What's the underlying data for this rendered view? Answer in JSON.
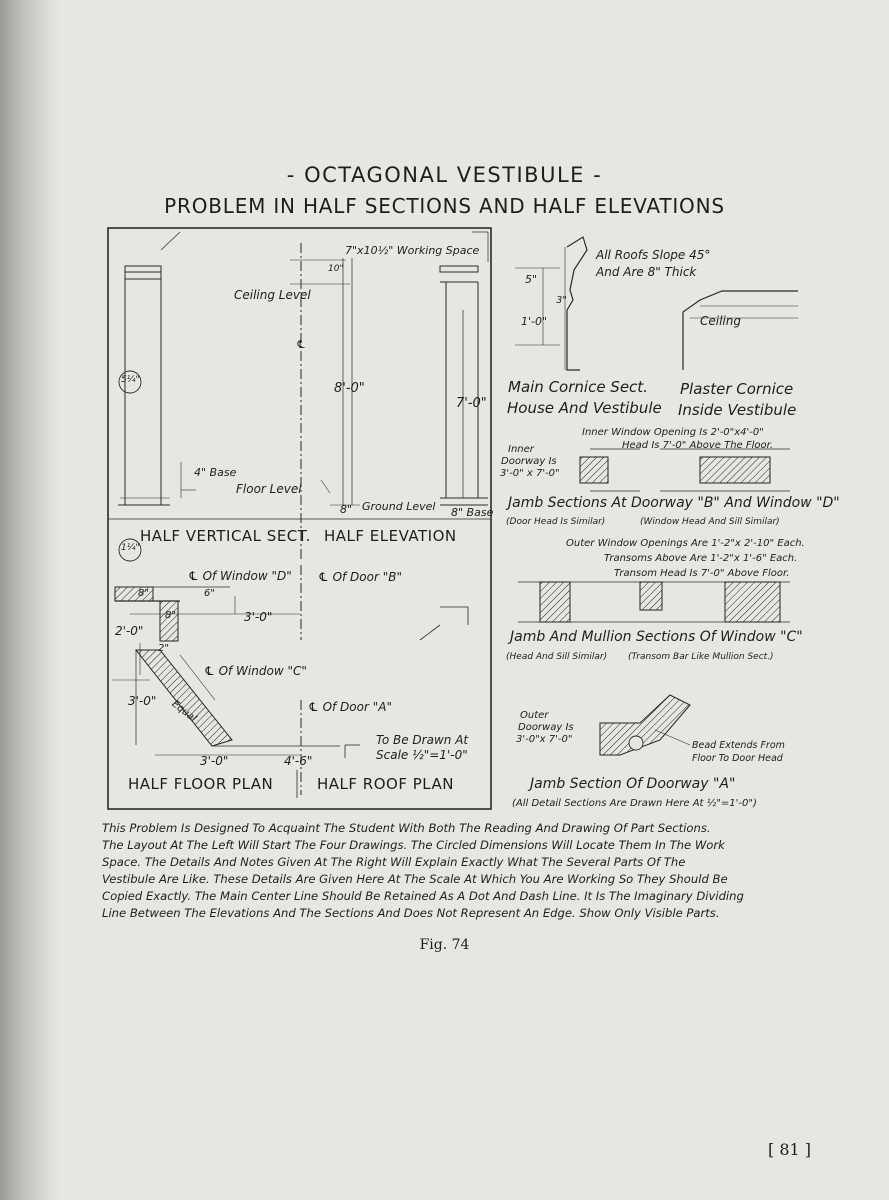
{
  "title": {
    "main": "OCTAGONAL VESTIBULE",
    "sub": "PROBLEM IN HALF SECTIONS AND HALF ELEVATIONS"
  },
  "layout_labels": {
    "working_space": "7\"x10½\" Working Space",
    "dim_10": "10\"",
    "ceiling_level": "Ceiling Level",
    "center_mark": "℄",
    "dim_8_0": "8'-0\"",
    "dim_7_0": "7'-0\"",
    "circle_top": "5¼\"",
    "circle_mid": "1¼\"",
    "base_4": "4\" Base",
    "floor_level": "Floor Level",
    "dim_8": "8\"",
    "ground_level": "Ground Level",
    "base_8": "8\" Base",
    "half_vertical_sect": "HALF VERTICAL SECT.",
    "half_elevation": "HALF ELEVATION",
    "cl_window_d": "℄ Of Window \"D\"",
    "cl_door_b": "℄ Of Door \"B\"",
    "dim_6": "6\"",
    "dim_8b": "8\"",
    "dim_8c": "8\"",
    "dim_3_0a": "3'-0\"",
    "dim_2_0": "2'-0\"",
    "dim_2": "2\"",
    "cl_window_c": "℄ Of Window \"C\"",
    "dim_3_0b": "3'-0\"",
    "equal": "Equal",
    "cl_door_a": "℄ Of Door \"A\"",
    "dim_3_0c": "3'-0\"",
    "dim_4_6": "4'-6\"",
    "to_be_drawn": "To Be Drawn At",
    "scale": "Scale ½\"=1'-0\"",
    "half_floor_plan": "HALF FLOOR PLAN",
    "half_roof_plan": "HALF ROOF PLAN"
  },
  "details": {
    "roof_note_1": "All Roofs Slope 45°",
    "roof_note_2": "And Are 8\" Thick",
    "dim_5": "5\"",
    "dim_3": "3\"",
    "dim_1_0": "1'-0\"",
    "ceiling": "Ceiling",
    "main_cornice_1": "Main Cornice Sect.",
    "main_cornice_2": "House And Vestibule",
    "plaster_cornice_1": "Plaster Cornice",
    "plaster_cornice_2": "Inside Vestibule",
    "inner_window_1": "Inner Window Opening Is 2'-0\"x4'-0\"",
    "inner_window_2": "Head Is 7'-0\" Above The Floor.",
    "inner_doorway_1": "Inner",
    "inner_doorway_2": "Doorway Is",
    "inner_doorway_3": "3'-0\" x 7'-0\"",
    "jamb_bd_caption": "Jamb Sections At Doorway \"B\" And Window \"D\"",
    "jamb_bd_sub_1": "(Door Head Is Similar)",
    "jamb_bd_sub_2": "(Window Head And Sill Similar)",
    "outer_windows_1": "Outer Window Openings Are 1'-2\"x 2'-10\" Each.",
    "outer_windows_2": "Transoms Above Are 1'-2\"x 1'-6\" Each.",
    "outer_windows_3": "Transom Head Is 7'-0\" Above Floor.",
    "jamb_c_caption": "Jamb And Mullion Sections Of Window \"C\"",
    "jamb_c_sub_1": "(Head And Sill Similar)",
    "jamb_c_sub_2": "(Transom Bar Like Mullion Sect.)",
    "outer_doorway_1": "Outer",
    "outer_doorway_2": "Doorway Is",
    "outer_doorway_3": "3'-0\"x 7'-0\"",
    "bead_1": "Bead Extends From",
    "bead_2": "Floor To Door Head",
    "jamb_a_caption": "Jamb Section Of Doorway \"A\"",
    "jamb_a_sub": "(All Detail Sections Are Drawn Here At ½\"=1'-0\")"
  },
  "note_lines": [
    "This Problem Is Designed To Acquaint The Student With Both The Reading And Drawing Of Part Sections.",
    "The Layout At The Left Will Start The Four Drawings. The Circled Dimensions Will Locate Them In The Work",
    "Space. The Details And Notes Given At The Right Will Explain Exactly What The Several Parts Of The",
    "Vestibule Are Like. These Details Are Given Here At The Scale At Which You Are Working So They Should Be",
    "Copied Exactly. The Main Center Line Should Be Retained As A Dot And Dash Line. It Is The Imaginary Dividing",
    "Line Between The Elevations And The Sections And Does Not Represent An Edge. Show Only Visible Parts."
  ],
  "figure_label": "Fig. 74",
  "page_number": "[ 81 ]"
}
